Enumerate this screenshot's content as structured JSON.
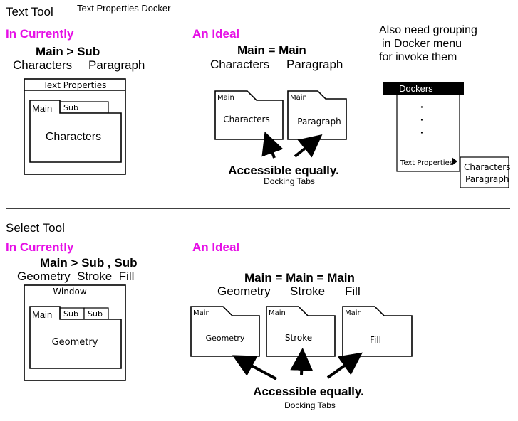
{
  "colors": {
    "accent_heading": "#e60fe6",
    "ink": "#000000",
    "docker_bar": "#000000"
  },
  "text_section": {
    "title": "Text Tool",
    "subtitle": "Text Properties Docker",
    "current": {
      "heading": "In Currently",
      "relation": "Main > Sub",
      "names_left": "Characters",
      "names_right": "Paragraph",
      "window_title": "Text Properties",
      "tab_main": "Main",
      "tab_sub": "Sub",
      "content": "Characters"
    },
    "ideal": {
      "heading": "An Ideal",
      "relation": "Main = Main",
      "names_left": "Characters",
      "names_right": "Paragraph",
      "folders": [
        {
          "tab": "Main",
          "label": "Characters"
        },
        {
          "tab": "Main",
          "label": "Paragraph"
        }
      ],
      "accessible": "Accessible equally.",
      "docking": "Docking Tabs"
    },
    "grouping": {
      "line1": "Also need grouping",
      "line2": "in Docker menu",
      "line3": "for invoke them",
      "menu_title": "Dockers",
      "dots": [
        "·",
        "·",
        "·"
      ],
      "menu_item": "Text Properties",
      "submenu": [
        "Characters",
        "Paragraph"
      ]
    }
  },
  "select_section": {
    "title": "Select Tool",
    "current": {
      "heading": "In Currently",
      "relation": "Main > Sub , Sub",
      "names": "Geometry  Stroke  Fill",
      "window_title": "Window",
      "tab_main": "Main",
      "tab_sub1": "Sub",
      "tab_sub2": "Sub",
      "content": "Geometry"
    },
    "ideal": {
      "heading": "An Ideal",
      "relation": "Main = Main = Main",
      "names_1": "Geometry",
      "names_2": "Stroke",
      "names_3": "Fill",
      "folders": [
        {
          "tab": "Main",
          "label": "Geometry"
        },
        {
          "tab": "Main",
          "label": "Stroke"
        },
        {
          "tab": "Main",
          "label": "Fill"
        }
      ],
      "accessible": "Accessible equally.",
      "docking": "Docking Tabs"
    }
  }
}
